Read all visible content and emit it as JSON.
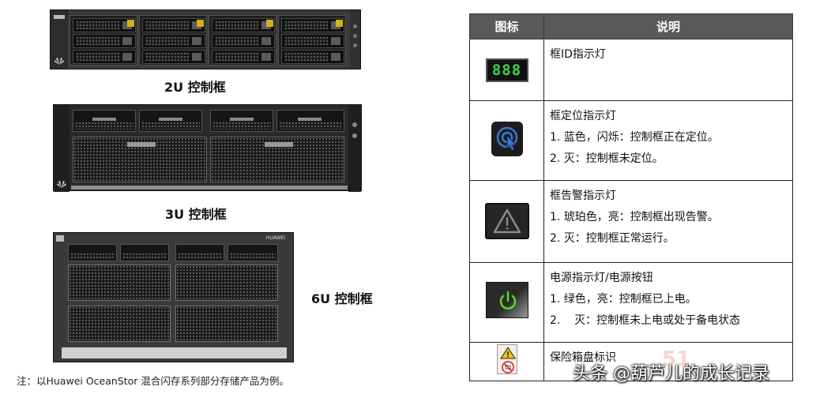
{
  "figures": [
    {
      "id": "2u",
      "label": "2U 控制框"
    },
    {
      "id": "3u",
      "label": "3U 控制框"
    },
    {
      "id": "6u",
      "label": "6U 控制框"
    }
  ],
  "brand": {
    "chassis_logo": "HUAWEI"
  },
  "table": {
    "headers": {
      "icon": "图标",
      "description": "说明"
    },
    "rows": [
      {
        "icon": "digit-display-icon",
        "display": "888",
        "title": "框ID指示灯",
        "items": []
      },
      {
        "icon": "locate-icon",
        "title": "框定位指示灯",
        "items": [
          "1. 蓝色，闪烁：控制框正在定位。",
          "2. 灭：控制框未定位。"
        ]
      },
      {
        "icon": "alarm-icon",
        "title": "框告警指示灯",
        "items": [
          "1. 琥珀色，亮：控制框出现告警。",
          "2. 灭：控制框正常运行。"
        ]
      },
      {
        "icon": "power-icon",
        "title": "电源指示灯/电源按钮",
        "items": [
          "1. 绿色，亮：控制框已上电。",
          "2.    灭：控制框未上电或处于备电状态"
        ]
      },
      {
        "icon": "safe-box-icon",
        "title": "保险箱盘标识",
        "items": []
      }
    ]
  },
  "note": "注：以Huawei OceanStor 混合闪存系列部分存储产品为例。",
  "watermark": "头条 @葫芦儿的成长记录",
  "colors": {
    "header_bg": "#595959",
    "locate_blue": "#3a78d6",
    "alarm_amber": "#d99a1e",
    "power_green": "#5fcf2a",
    "display_green": "#39d34a"
  }
}
